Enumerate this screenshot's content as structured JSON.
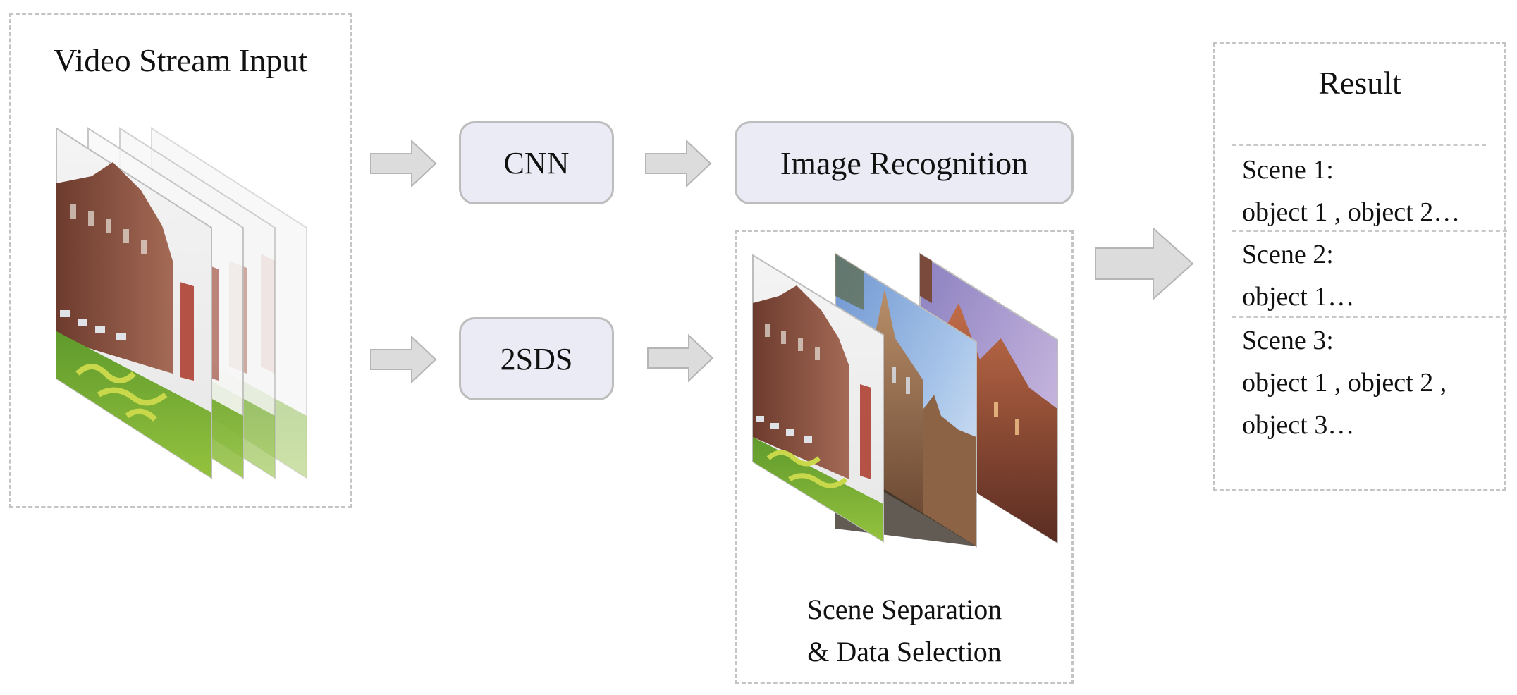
{
  "input_panel": {
    "title": "Video Stream Input",
    "frame_count": 4
  },
  "pipeline": {
    "cnn_label": "CNN",
    "recognition_label": "Image Recognition",
    "sds_label": "2SDS"
  },
  "separation_panel": {
    "caption_line1": "Scene Separation",
    "caption_line2": "& Data Selection",
    "scene_count": 3
  },
  "result_panel": {
    "title": "Result",
    "scenes": [
      {
        "heading": "Scene 1:",
        "lines": [
          "object 1 , object 2…"
        ]
      },
      {
        "heading": "Scene 2:",
        "lines": [
          "object 1…"
        ]
      },
      {
        "heading": "Scene 3:",
        "lines": [
          "object 1 , object 2 ,",
          "object 3…"
        ]
      }
    ]
  },
  "colors": {
    "dash_border": "#c4c4c4",
    "pill_fill": "#ebebf5",
    "pill_border": "#bdbdbd",
    "arrow_fill": "#dcdcdc",
    "arrow_stroke": "#b5b5b5"
  }
}
